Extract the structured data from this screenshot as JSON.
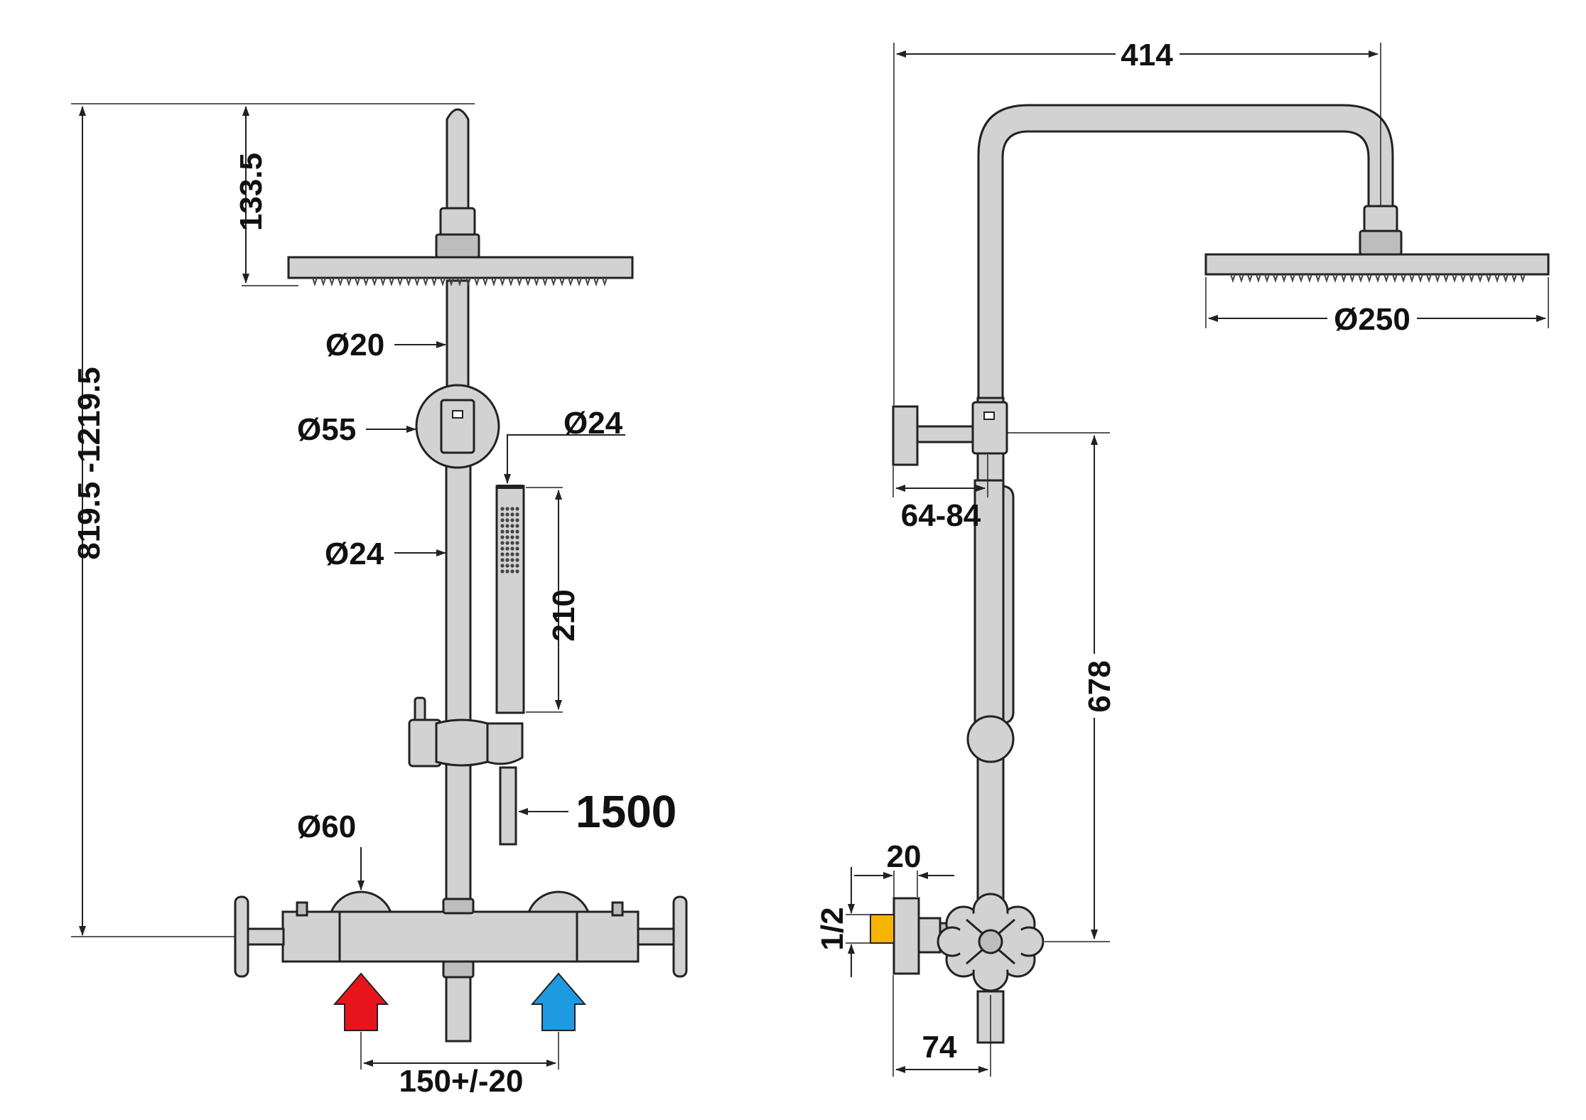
{
  "front_view": {
    "dims": {
      "total_height": "819.5 -1219.5",
      "head_height": "133.5",
      "rod_diameter": "Ø20",
      "holder_diameter": "Ø55",
      "hand_shower_diameter": "Ø24",
      "riser_diameter": "Ø24",
      "hand_shower_length": "210",
      "hose_length": "1500",
      "handle_diameter": "Ø60",
      "inlet_spacing": "150+/-20"
    },
    "inlet_colors": {
      "hot": "#e8141c",
      "cold": "#1e9ae0"
    }
  },
  "side_view": {
    "dims": {
      "arm_reach": "414",
      "head_diameter": "Ø250",
      "bracket_offset": "64-84",
      "riser_height": "678",
      "connector_depth": "20",
      "thread_size": "1/2",
      "mixer_depth": "74"
    },
    "connector_color": "#f5b400"
  }
}
